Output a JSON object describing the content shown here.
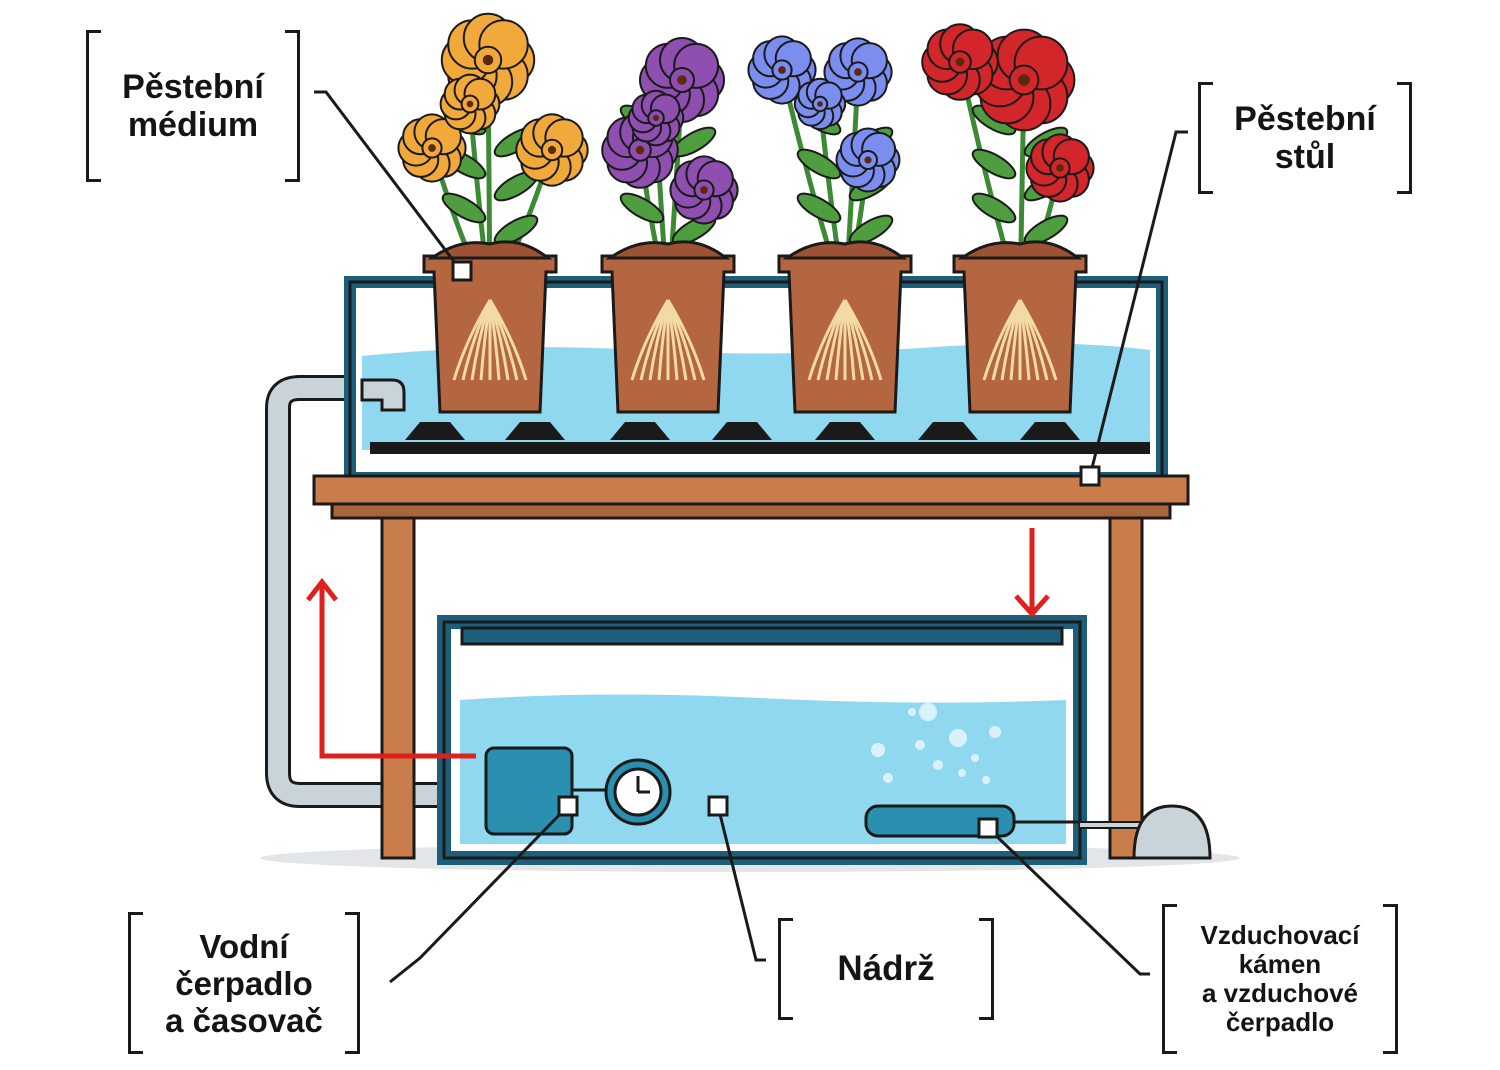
{
  "labels": {
    "growing_medium": [
      "Pěstební",
      "médium"
    ],
    "growing_table": [
      "Pěstební",
      "stůl"
    ],
    "water_pump": [
      "Vodní",
      "čerpadlo",
      "a časovač"
    ],
    "reservoir": [
      "Nádrž"
    ],
    "air_stone": [
      "Vzduchovací",
      "kámen",
      "a vzduchové",
      "čerpadlo"
    ]
  },
  "colors": {
    "water": "#8fd8ef",
    "tank_frame": "#1d5f7a",
    "wood": "#c87d4a",
    "pot": "#b46640",
    "flow_arrow": "#e0201c",
    "marigold": "#f2a93b",
    "petunia_purple": "#8e4fb0",
    "petunia_blue": "#7b8ef0",
    "zinnia_red": "#d2262a",
    "pipe": "#c9d3da",
    "pump": "#2b8fb0"
  },
  "icons": [
    "flower-icon",
    "pot-icon",
    "pump-icon",
    "timer-icon",
    "air-stone-icon",
    "flow-arrow-icon"
  ]
}
